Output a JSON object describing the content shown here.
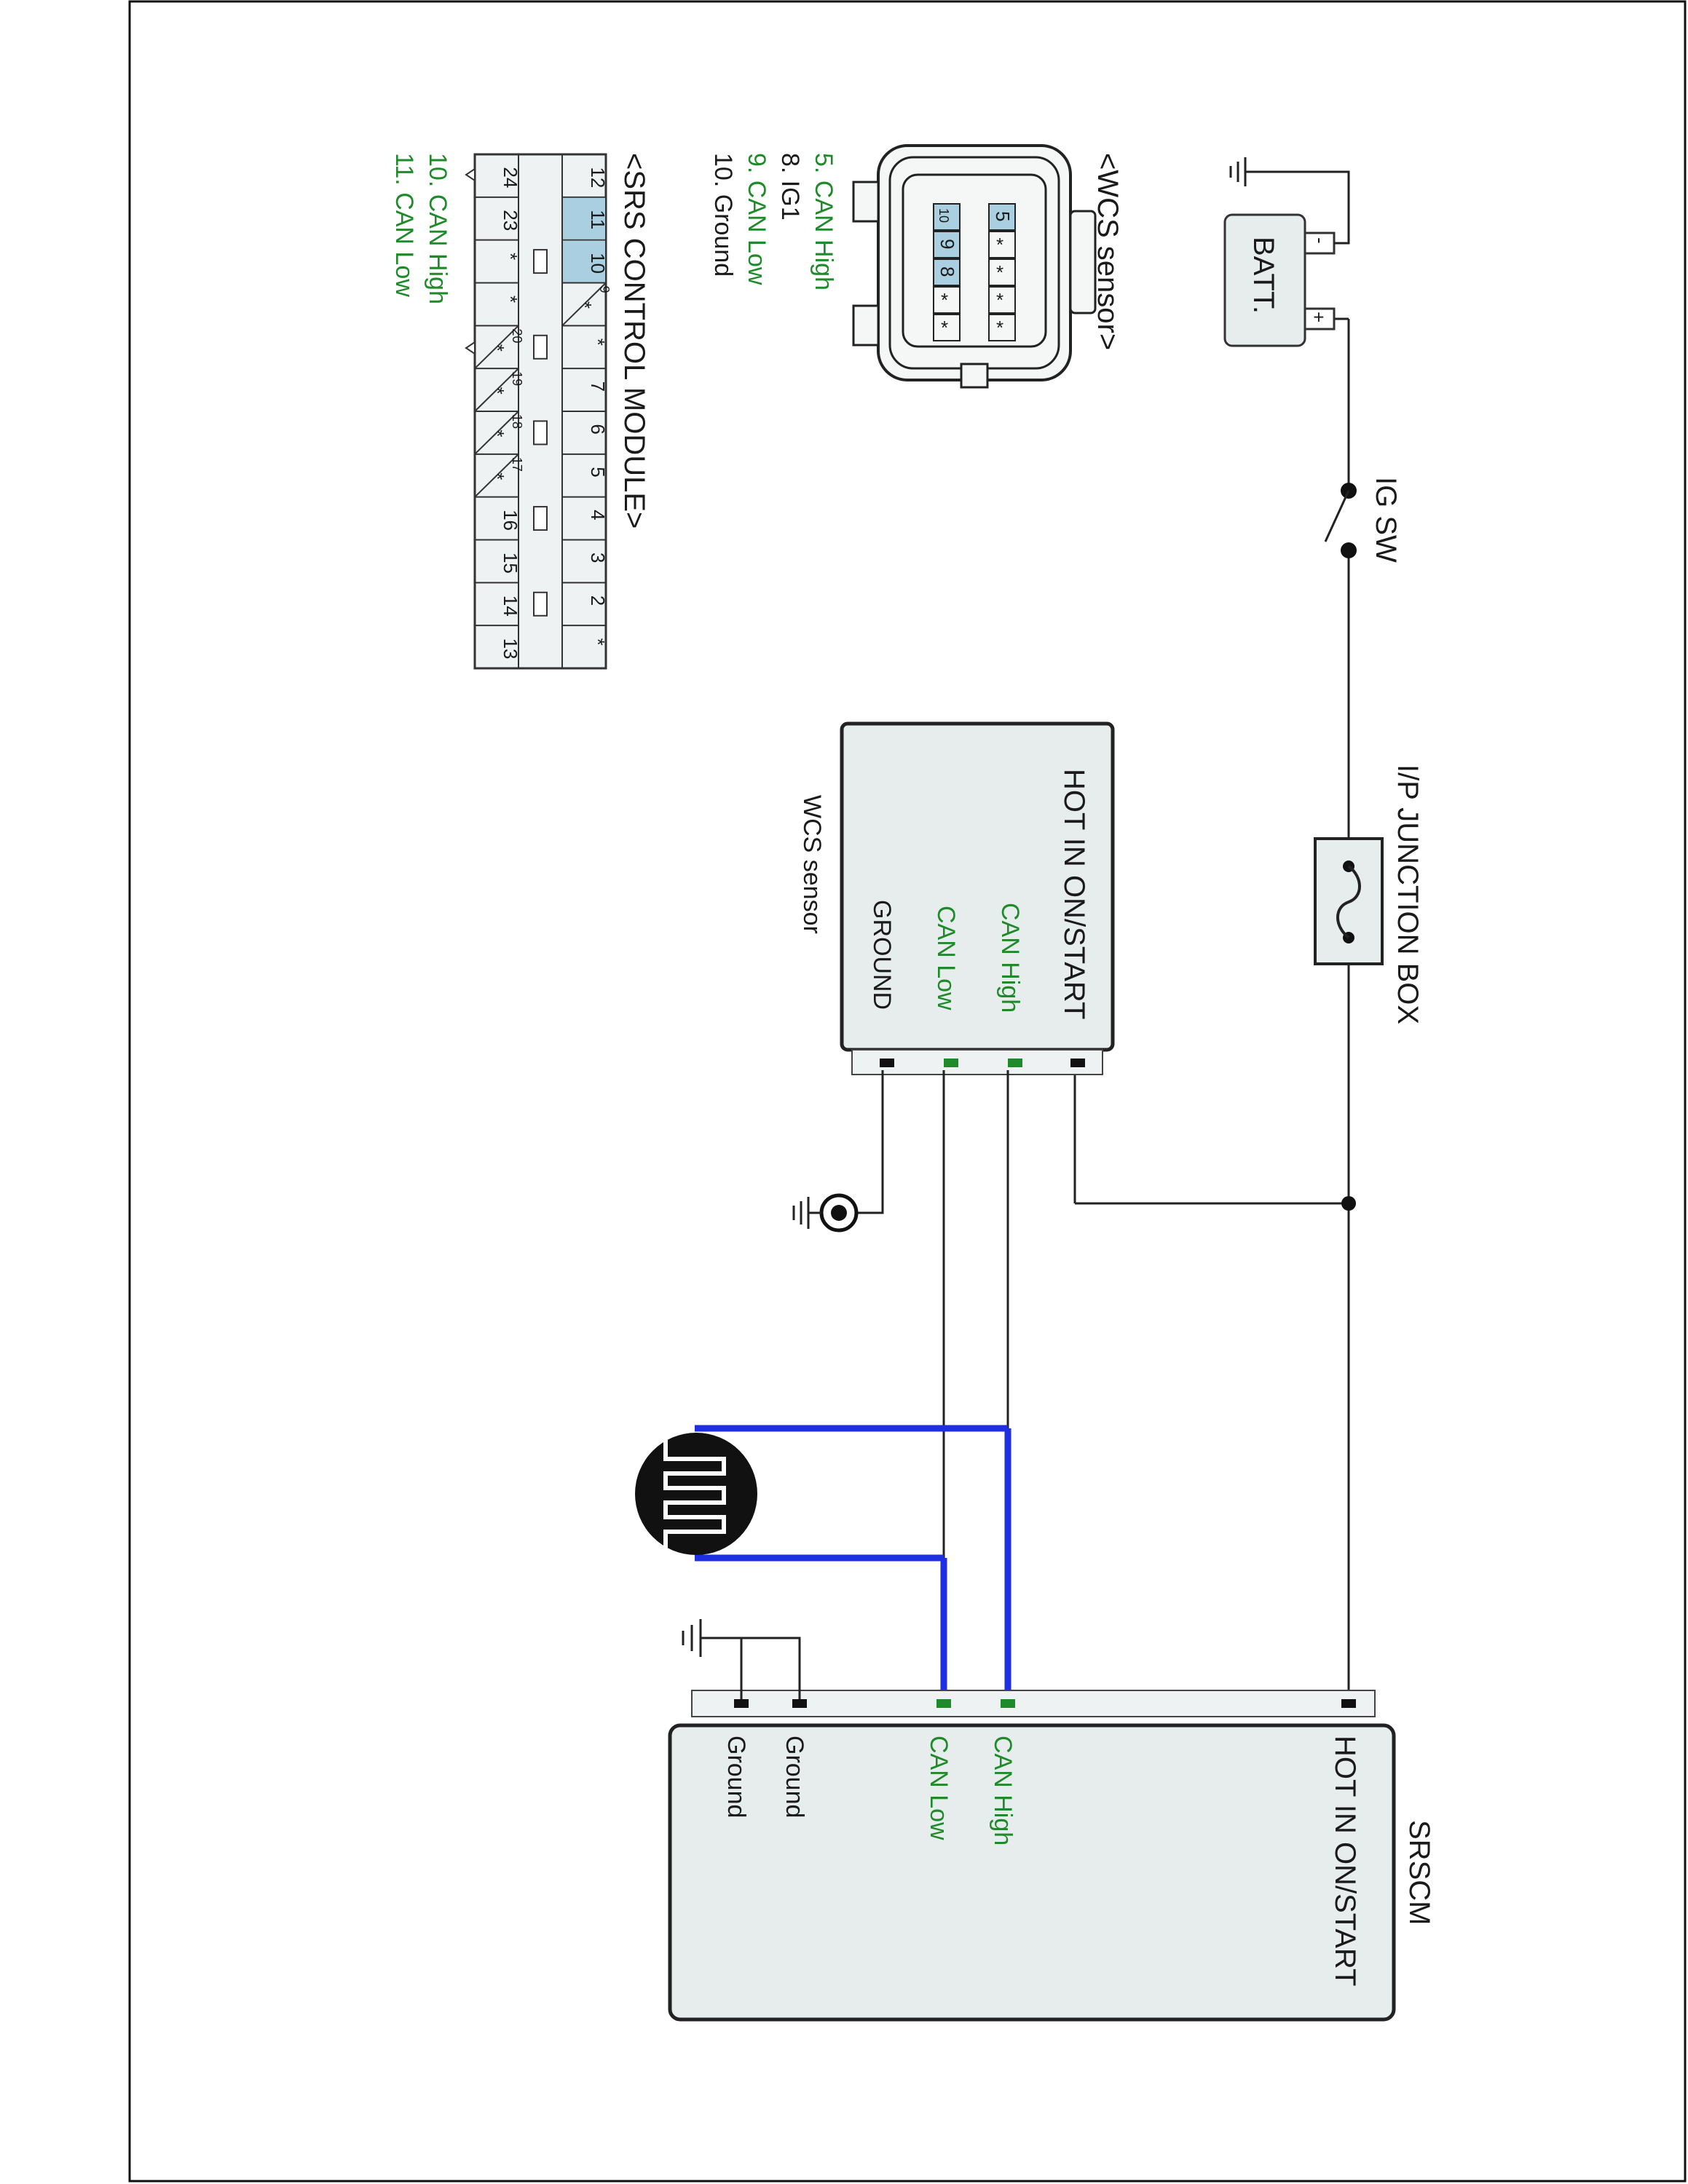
{
  "batt": {
    "label": "BATT.",
    "minus": "-",
    "plus": "+"
  },
  "ig_sw": {
    "label": "IG SW"
  },
  "junction_box": {
    "label": "I/P JUNCTION BOX"
  },
  "wcs_module": {
    "title": "WCS sensor",
    "pins": [
      "HOT IN ON/START",
      "CAN High",
      "CAN Low",
      "GROUND"
    ]
  },
  "srscm": {
    "title": "SRSCM",
    "pins": [
      "HOT IN ON/START",
      "CAN High",
      "CAN Low",
      "Ground",
      "Ground"
    ]
  },
  "wcs_connector": {
    "title": "<WCS sensor>",
    "pins": [
      "5. CAN High",
      "8. IG1",
      "9. CAN Low",
      "10. Ground"
    ],
    "pin_face_numbers": [
      "5",
      "10",
      "9",
      "8"
    ],
    "star": "*"
  },
  "srs_connector": {
    "title": "<SRS CONTROL MODULE>",
    "pins": [
      "10. CAN High",
      "11. CAN Low"
    ],
    "row_top": [
      "12",
      "11",
      "10",
      "9",
      "*",
      "7",
      "6",
      "5",
      "4",
      "3",
      "2",
      "*"
    ],
    "row_bottom": [
      "24",
      "23",
      "*",
      "*",
      "20",
      "19",
      "18",
      "17",
      "16",
      "15",
      "14",
      "13"
    ],
    "star": "*"
  },
  "colors": {
    "can_label": "#1f8a2a",
    "twisted_pair": "#1d2fe0",
    "highlight_pin": "#a9cfe0"
  }
}
